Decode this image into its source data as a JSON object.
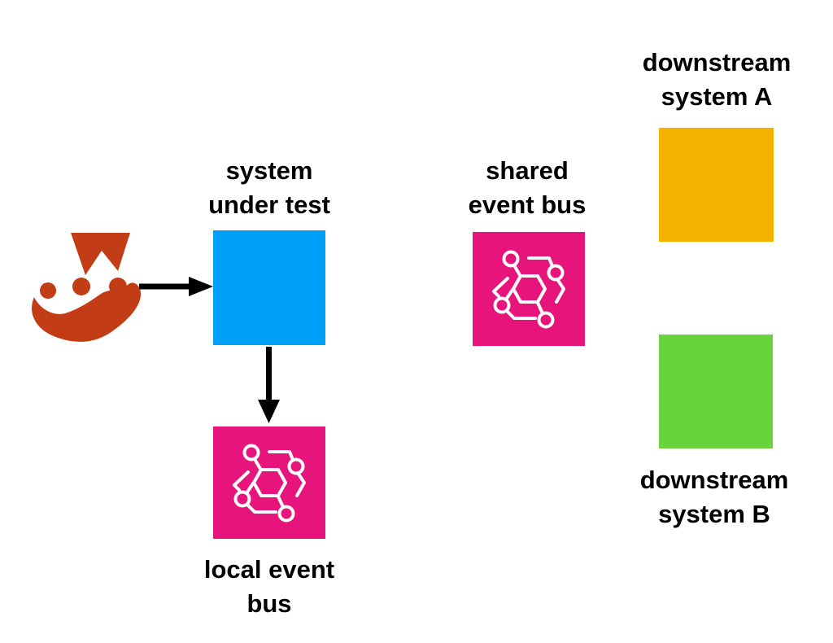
{
  "colors": {
    "background": "#FFFFFF",
    "label_text": "#000000",
    "arrow": "#000000",
    "system_under_test": "#00A0F8",
    "event_bus": "#E7157B",
    "downstream_system_a": "#F5B301",
    "downstream_system_b": "#68D33C",
    "jest_logo": "#C23D16",
    "event_bus_icon_stroke": "#FFFFFF"
  },
  "nodes": {
    "jest": {
      "icon": "jest-logo"
    },
    "system_under_test": {
      "label": [
        "system",
        "under test"
      ]
    },
    "local_event_bus": {
      "label": [
        "local event",
        "bus"
      ],
      "icon": "eventbridge-event-bus"
    },
    "shared_event_bus": {
      "label": [
        "shared",
        "event bus"
      ],
      "icon": "eventbridge-event-bus"
    },
    "downstream_system_a": {
      "label": [
        "downstream",
        "system A"
      ]
    },
    "downstream_system_b": {
      "label": [
        "downstream",
        "system B"
      ]
    }
  },
  "edges": [
    {
      "from": "jest",
      "to": "system_under_test",
      "direction": "right"
    },
    {
      "from": "system_under_test",
      "to": "local_event_bus",
      "direction": "down"
    }
  ]
}
